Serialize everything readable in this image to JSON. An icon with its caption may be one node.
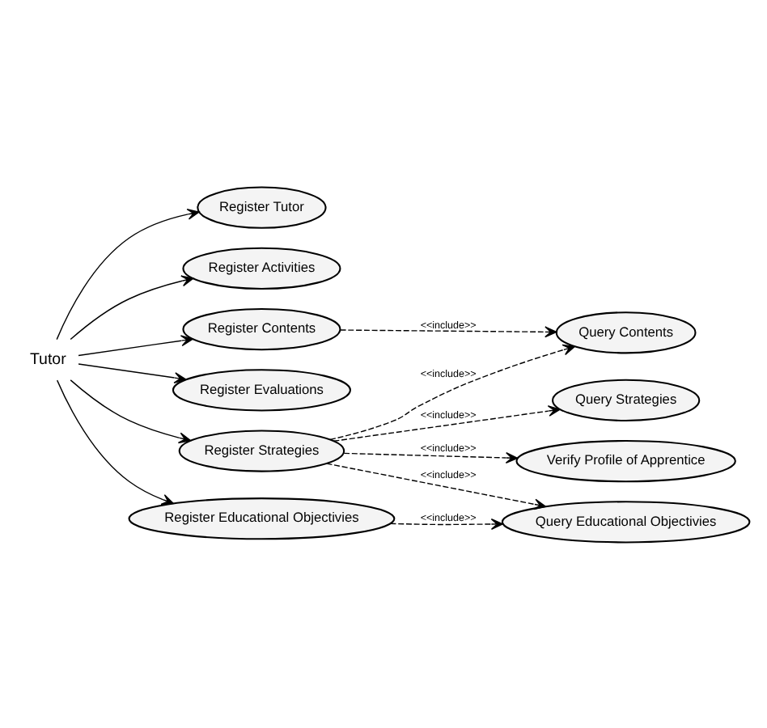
{
  "diagram": {
    "nodes": [
      {
        "text": [
          "Tutor"
        ]
      },
      {
        "text": [
          "Register Tutor"
        ]
      },
      {
        "text": [
          "Register Activities"
        ]
      },
      {
        "text": [
          "Register Contents"
        ]
      },
      {
        "text": [
          "Register Evaluations"
        ]
      },
      {
        "text": [
          "Query Contents"
        ]
      },
      {
        "text": [
          "Register Strategies"
        ]
      },
      {
        "text": [
          "Query Strategies"
        ]
      },
      {
        "text": [
          "Register Educational Objectivies"
        ]
      },
      {
        "text": [
          "Verify Profile of Apprentice"
        ]
      },
      {
        "text": [
          "Query Educational Objectivies"
        ]
      }
    ],
    "edges": [
      {
        "from": 0,
        "to": 1,
        "arrow": "to"
      },
      {
        "from": 0,
        "to": 2,
        "arrow": "to"
      },
      {
        "from": 0,
        "to": 3,
        "arrow": "to"
      },
      {
        "from": 0,
        "to": 4,
        "arrow": "to"
      },
      {
        "from": 0,
        "to": 6,
        "arrow": "to"
      },
      {
        "from": 0,
        "to": 8,
        "arrow": "to"
      },
      {
        "from": 3,
        "to": 5,
        "arrow": "to",
        "label": "<<include>>",
        "style": "dashed"
      },
      {
        "from": 6,
        "to": 5,
        "arrow": "to",
        "label": "<<include>>",
        "style": "dashed"
      },
      {
        "from": 6,
        "to": 7,
        "arrow": "to",
        "label": "<<include>>",
        "style": "dashed"
      },
      {
        "from": 6,
        "to": 9,
        "arrow": "to",
        "label": "<<include>>",
        "style": "dashed"
      },
      {
        "from": 6,
        "to": 10,
        "arrow": "to",
        "label": "<<include>>",
        "style": "dashed"
      },
      {
        "from": 8,
        "to": 10,
        "arrow": "to",
        "label": "<<include>>",
        "style": "dashed"
      }
    ]
  }
}
